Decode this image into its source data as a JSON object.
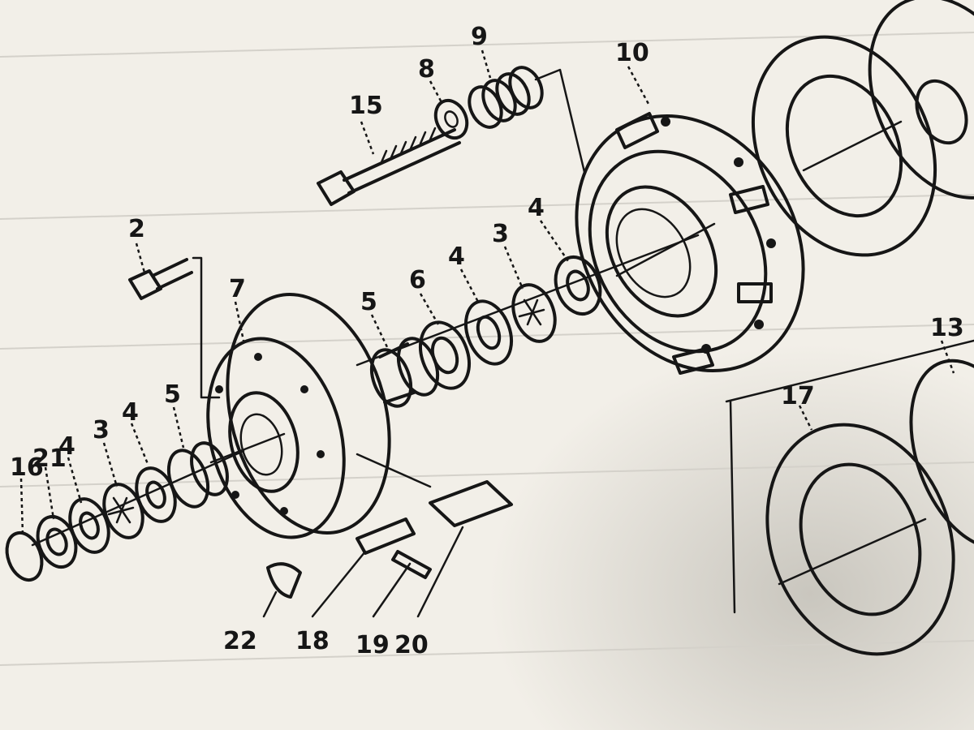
{
  "diagram": {
    "part_labels": [
      {
        "key": "p15",
        "text": "15"
      },
      {
        "key": "p8",
        "text": "8"
      },
      {
        "key": "p9",
        "text": "9"
      },
      {
        "key": "p10",
        "text": "10"
      },
      {
        "key": "p2",
        "text": "2"
      },
      {
        "key": "p7",
        "text": "7"
      },
      {
        "key": "p5a",
        "text": "5"
      },
      {
        "key": "p6",
        "text": "6"
      },
      {
        "key": "p4a",
        "text": "4"
      },
      {
        "key": "p3a",
        "text": "3"
      },
      {
        "key": "p4b",
        "text": "4"
      },
      {
        "key": "p5b",
        "text": "5"
      },
      {
        "key": "p4c",
        "text": "4"
      },
      {
        "key": "p3b",
        "text": "3"
      },
      {
        "key": "p4d",
        "text": "4"
      },
      {
        "key": "p16",
        "text": "16"
      },
      {
        "key": "p21",
        "text": "21"
      },
      {
        "key": "p13",
        "text": "13"
      },
      {
        "key": "p17",
        "text": "17"
      },
      {
        "key": "p22",
        "text": "22"
      },
      {
        "key": "p18",
        "text": "18"
      },
      {
        "key": "p19",
        "text": "19"
      },
      {
        "key": "p20",
        "text": "20"
      }
    ]
  },
  "colors": {
    "paper": "#f2efe8",
    "ink": "#161616",
    "shadow": "#d9d6cf"
  }
}
